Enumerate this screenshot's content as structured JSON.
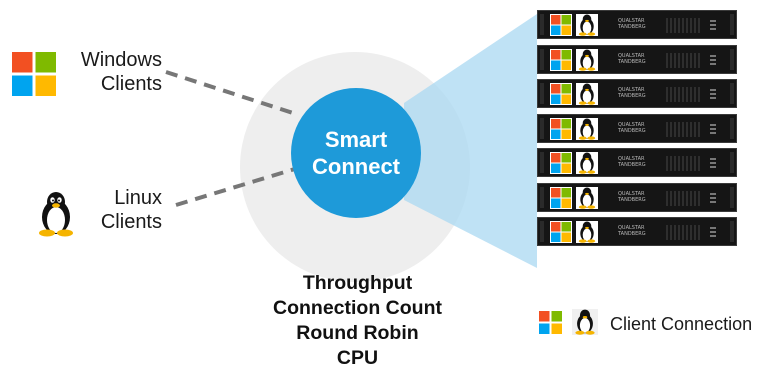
{
  "windows_clients": {
    "line1": "Windows",
    "line2": "Clients",
    "icon": "windows-logo-icon"
  },
  "linux_clients": {
    "line1": "Linux",
    "line2": "Clients",
    "icon": "tux-penguin-icon"
  },
  "smart_connect": {
    "line1": "Smart",
    "line2": "Connect"
  },
  "servers": [
    {
      "brand_line1": "QUALSTAR",
      "brand_line2": "TANDBERG"
    },
    {
      "brand_line1": "QUALSTAR",
      "brand_line2": "TANDBERG"
    },
    {
      "brand_line1": "QUALSTAR",
      "brand_line2": "TANDBERG"
    },
    {
      "brand_line1": "QUALSTAR",
      "brand_line2": "TANDBERG"
    },
    {
      "brand_line1": "QUALSTAR",
      "brand_line2": "TANDBERG"
    },
    {
      "brand_line1": "QUALSTAR",
      "brand_line2": "TANDBERG"
    },
    {
      "brand_line1": "QUALSTAR",
      "brand_line2": "TANDBERG"
    }
  ],
  "metrics": [
    "Throughput",
    "Connection Count",
    "Round Robin",
    "CPU"
  ],
  "legend": {
    "label": "Client Connection"
  },
  "colors": {
    "accent": "#1e9ad9",
    "halo": "#eeeeee",
    "beam": "#a9d8f1",
    "dash": "#777777",
    "win_red": "#f25022",
    "win_green": "#7fba00",
    "win_blue": "#00a4ef",
    "win_yellow": "#ffb900"
  }
}
